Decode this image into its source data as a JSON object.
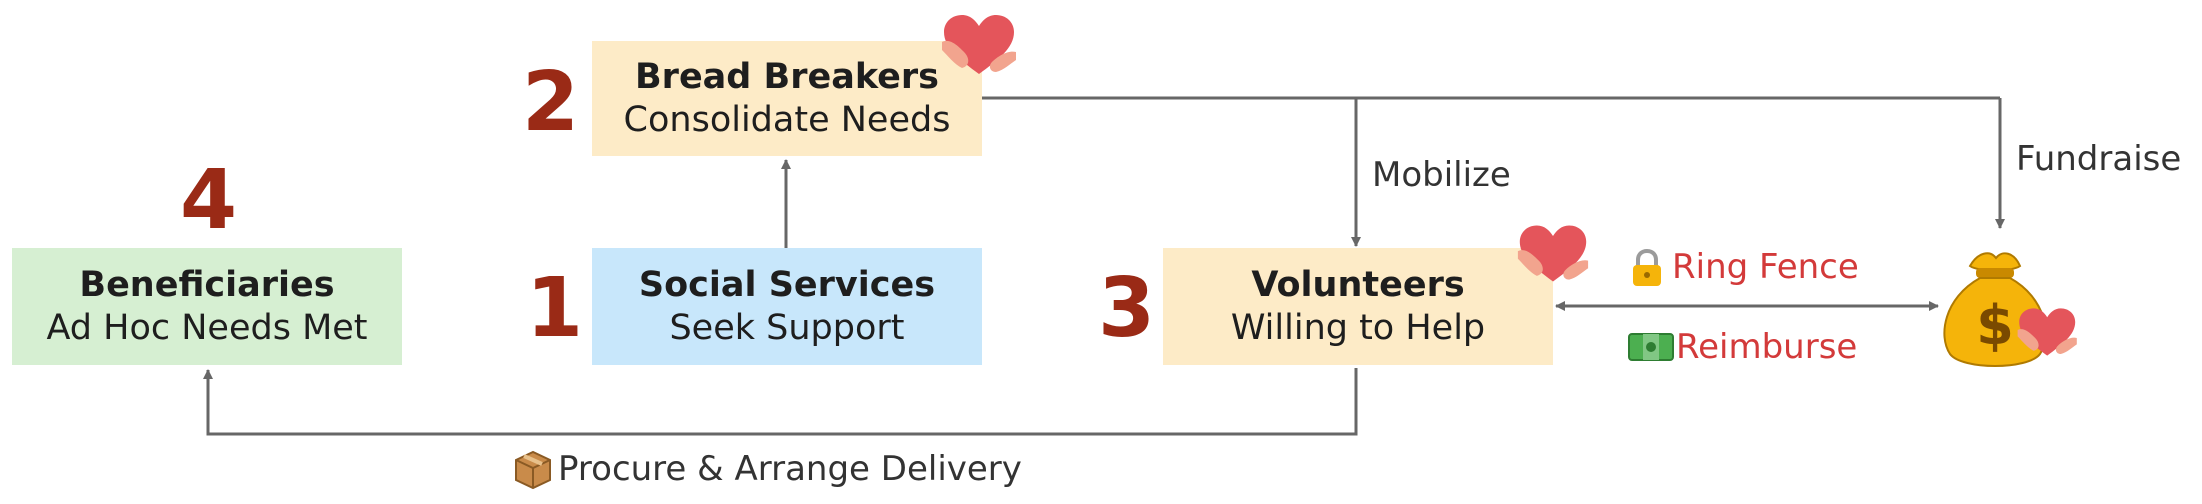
{
  "colors": {
    "number": "#9a2a16",
    "arrow": "#676767",
    "red_label": "#d33a3a",
    "heart": "#e4555b",
    "hand": "#f2a48e",
    "bread_breakers_fill": "#fdebc7",
    "social_services_fill": "#c8e7fb",
    "volunteers_fill": "#fdebc7",
    "beneficiaries_fill": "#d6efd2"
  },
  "nodes": {
    "bread_breakers": {
      "number": "2",
      "title": "Bread Breakers",
      "subtitle": "Consolidate Needs",
      "icon": "heart-hands-icon"
    },
    "social_services": {
      "number": "1",
      "title": "Social Services",
      "subtitle": "Seek Support"
    },
    "volunteers": {
      "number": "3",
      "title": "Volunteers",
      "subtitle": "Willing to Help",
      "icon": "heart-hands-icon"
    },
    "beneficiaries": {
      "number": "4",
      "title": "Beneficiaries",
      "subtitle": "Ad Hoc Needs Met"
    },
    "fund": {
      "icon": "money-bag-icon",
      "badge_icon": "heart-hands-icon"
    }
  },
  "edges": {
    "mobilize": "Mobilize",
    "fundraise": "Fundraise",
    "ring_fence": {
      "icon": "lock-icon",
      "text": "Ring Fence"
    },
    "reimburse": {
      "icon": "banknote-icon",
      "text": "Reimburse"
    },
    "procure": {
      "icon": "package-icon",
      "text": "Procure & Arrange Delivery"
    }
  }
}
